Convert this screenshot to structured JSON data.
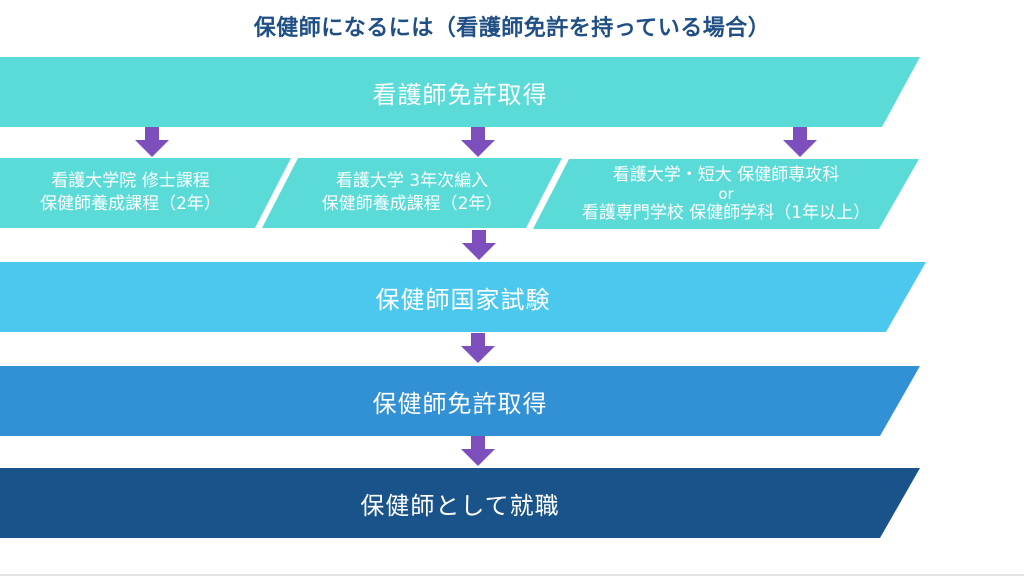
{
  "title": "保健師になるには（看護師免許を持っている場合）",
  "colors": {
    "title_text": "#1f4f84",
    "step_nurse_license": "#5bdbd7",
    "step_programs": "#5bdbd7",
    "step_exam": "#4cc8ef",
    "step_phn_license": "#3290d4",
    "step_employment": "#1a538a",
    "arrow": "#7c4fbd"
  },
  "steps": {
    "nurse_license": "看護師免許取得",
    "programs": [
      {
        "line1": "看護大学院 修士課程",
        "line2": "保健師養成課程（2年）"
      },
      {
        "line1": "看護大学 3年次編入",
        "line2": "保健師養成課程（2年）"
      },
      {
        "line1": "看護大学・短大 保健師専攻科",
        "or": "or",
        "line2": "看護専門学校 保健師学科（1年以上）"
      }
    ],
    "exam": "保健師国家試験",
    "phn_license": "保健師免許取得",
    "employment": "保健師として就職"
  },
  "arrow_icon": "down-arrow"
}
